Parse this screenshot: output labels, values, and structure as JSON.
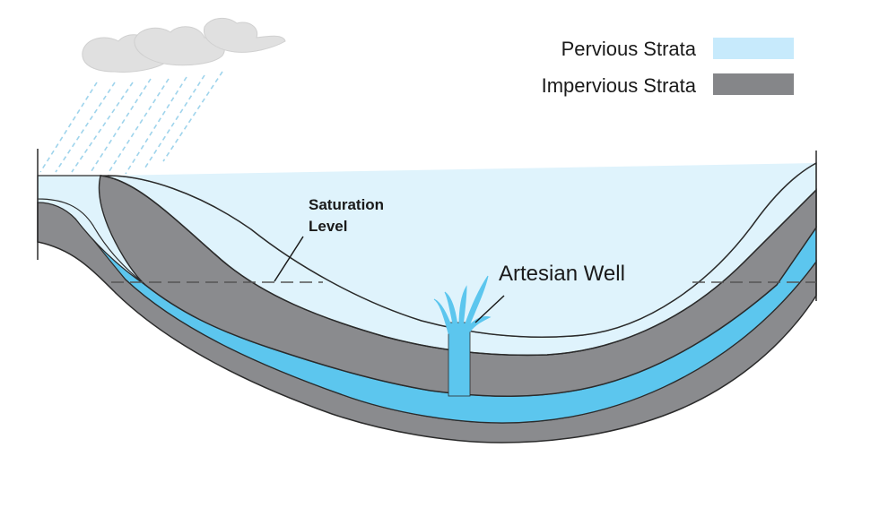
{
  "legend": {
    "items": [
      {
        "label": "Pervious Strata",
        "color": "#c7eafc"
      },
      {
        "label": "Impervious Strata",
        "color": "#858689"
      }
    ]
  },
  "annotations": {
    "saturation_line1": "Saturation",
    "saturation_line2": "Level",
    "artesian_well": "Artesian Well"
  },
  "colors": {
    "pervious": "#dff3fc",
    "impervious": "#8a8b8e",
    "water": "#5cc6ee",
    "cloud": "#e2e2e2",
    "rain": "#9fd4ec",
    "outline": "#2b2b2b"
  },
  "icons": {
    "cloud": "cloud-icon",
    "rain": "rain-icon"
  }
}
